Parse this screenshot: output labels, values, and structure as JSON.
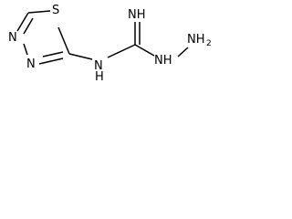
{
  "molecule": {
    "atoms": {
      "s1": "S",
      "n3": "N",
      "n4": "N",
      "imine": "NH",
      "amine_nh": "N",
      "amine_h": "H",
      "hydrazine_nh": "NH",
      "terminal_n": "NH",
      "terminal_sub": "2"
    }
  }
}
